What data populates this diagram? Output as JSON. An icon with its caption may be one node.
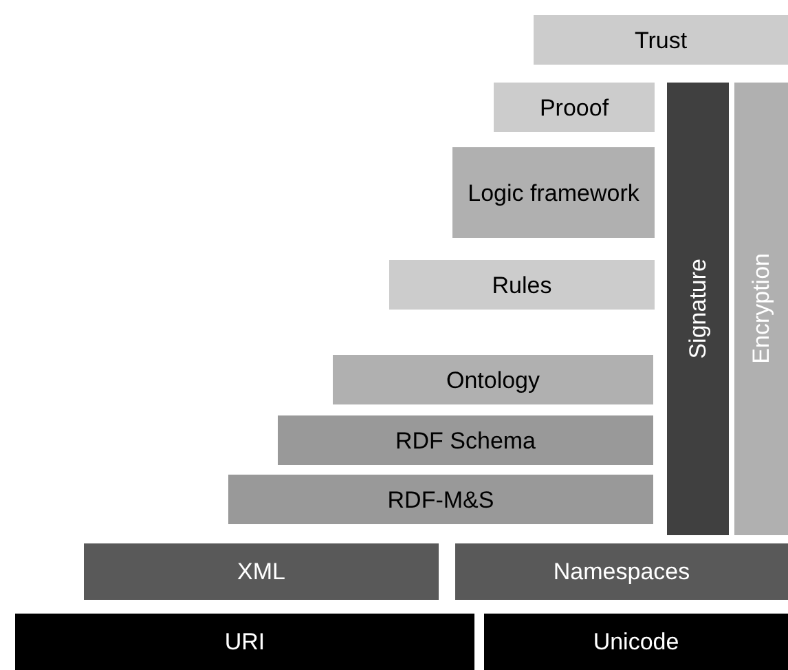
{
  "diagram": {
    "nodes": [
      {
        "text": [
          "Trust"
        ]
      },
      {
        "text": [
          "Prooof"
        ]
      },
      {
        "text": [
          "Signature"
        ]
      },
      {
        "text": [
          "Encryption"
        ]
      },
      {
        "text": [
          "Logic framework"
        ]
      },
      {
        "text": [
          "Rules"
        ]
      },
      {
        "text": [
          "Ontology"
        ]
      },
      {
        "text": [
          "RDF Schema"
        ]
      },
      {
        "text": [
          "RDF-M&S"
        ]
      },
      {
        "text": [
          "XML"
        ]
      },
      {
        "text": [
          "Namespaces"
        ]
      },
      {
        "text": [
          "URI"
        ]
      },
      {
        "text": [
          "Unicode"
        ]
      }
    ]
  }
}
